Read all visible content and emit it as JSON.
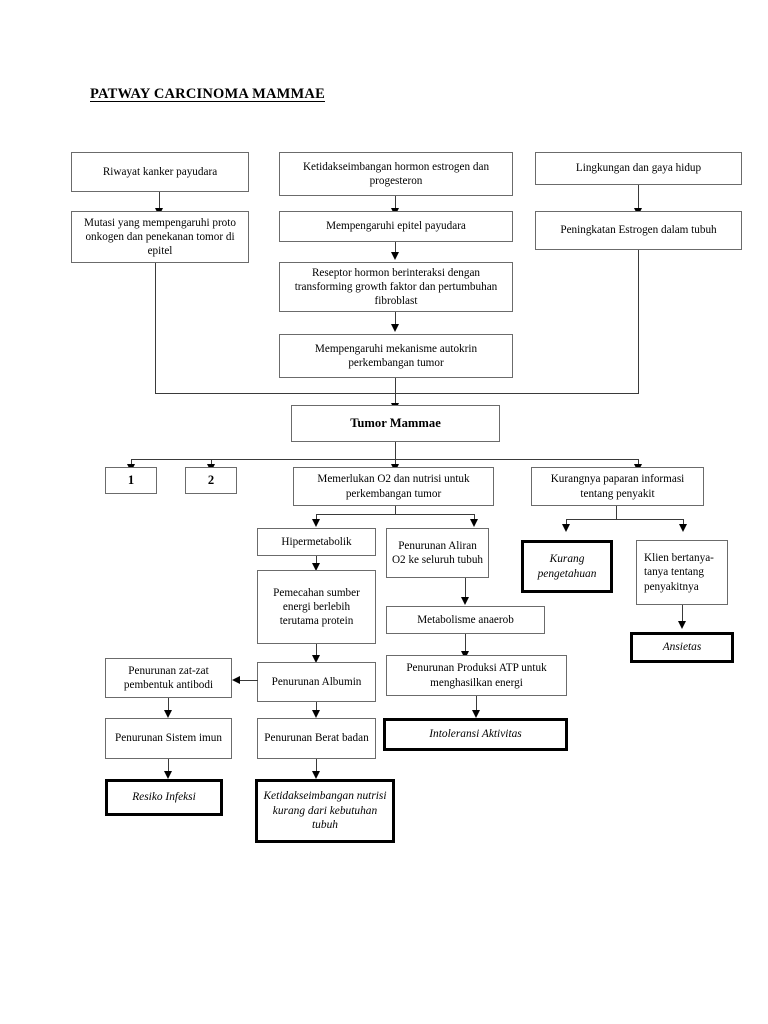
{
  "document": {
    "title": "PATWAY CARCINOMA MAMMAE"
  },
  "nodes": {
    "riwayat_kanker": "Riwayat kanker payudara",
    "mutasi": "Mutasi yang mempengaruhi proto onkogen dan penekanan tomor di epitel",
    "ketidakseimbangan_hormon": "Ketidakseimbangan hormon estrogen dan progesteron",
    "mempengaruhi_epitel": "Mempengaruhi epitel payudara",
    "reseptor_hormon": "Reseptor hormon berinteraksi dengan transforming growth faktor dan pertumbuhan fibroblast",
    "mekanisme_autokrin": "Mempengaruhi mekanisme autokrin perkembangan tumor",
    "lingkungan": "Lingkungan  dan gaya hidup",
    "peningkatan_estrogen": "Peningkatan Estrogen dalam tubuh",
    "tumor_mammae": "Tumor Mammae",
    "branch_1": "1",
    "branch_2": "2",
    "memerlukan_o2": "Memerlukan O2 dan nutrisi untuk perkembangan tumor",
    "kurangnya_paparan": "Kurangnya paparan informasi tentang penyakit",
    "hipermetabolik": "Hipermetabolik",
    "penurunan_aliran_o2": "Penurunan Aliran O2 ke seluruh tubuh",
    "kurang_pengetahuan": "Kurang pengetahuan",
    "klien_bertanya": "Klien bertanya-tanya tentang penyakitnya",
    "pemecahan_sumber_energi": "Pemecahan sumber energi berlebih terutama protein",
    "metabolisme_anaerob": "Metabolisme anaerob",
    "ansietas": "Ansietas",
    "penurunan_zat": "Penurunan zat-zat pembentuk antibodi",
    "penurunan_albumin": "Penurunan Albumin",
    "penurunan_atp": "Penurunan Produksi ATP untuk menghasilkan energi",
    "penurunan_sistem_imun": "Penurunan Sistem imun",
    "penurunan_berat_badan": "Penurunan Berat badan",
    "intoleransi_aktivitas": "Intoleransi Aktivitas",
    "resiko_infeksi": "Resiko Infeksi",
    "ketidakseimbangan_nutrisi": "Ketidakseimbangan nutrisi kurang dari kebutuhan tubuh"
  },
  "colors": {
    "page_background": "#ffffff",
    "box_border": "#6b6b6b",
    "diagnosis_border": "#000000",
    "connector": "#3a3a3a",
    "text": "#000000"
  }
}
